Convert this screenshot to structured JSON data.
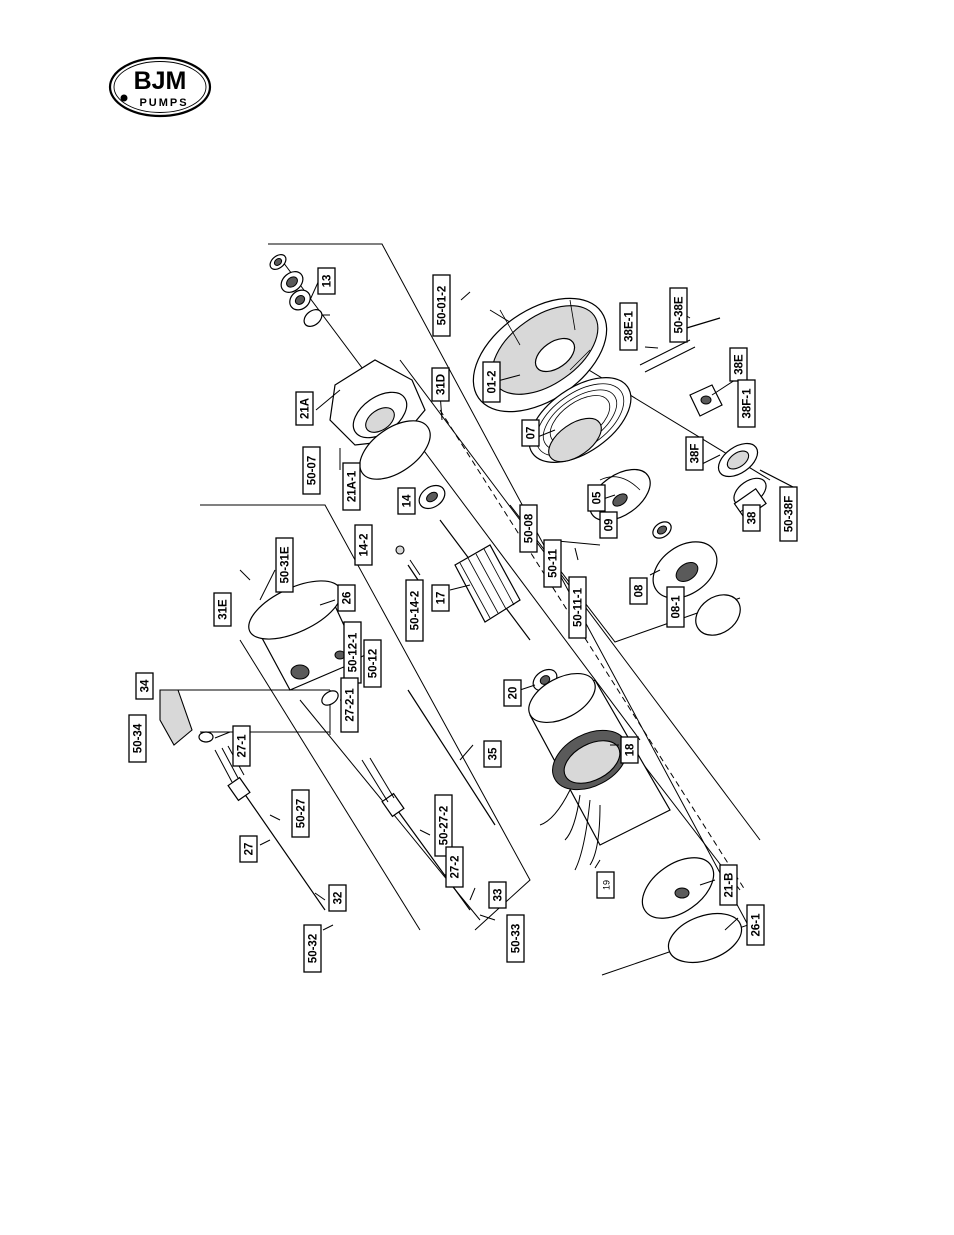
{
  "logo": {
    "line1": "BJM",
    "line2": "PUMPS"
  },
  "labels": [
    {
      "id": "13",
      "text": "13"
    },
    {
      "id": "50-01-2",
      "text": "50-01-2"
    },
    {
      "id": "21A",
      "text": "21A"
    },
    {
      "id": "31D",
      "text": "31D"
    },
    {
      "id": "50-07",
      "text": "50-07"
    },
    {
      "id": "21A-1",
      "text": "21A-1"
    },
    {
      "id": "01-2",
      "text": "01-2"
    },
    {
      "id": "38E-1",
      "text": "38E-1"
    },
    {
      "id": "50-38E",
      "text": "50-38E"
    },
    {
      "id": "38E",
      "text": "38E"
    },
    {
      "id": "38F-1",
      "text": "38F-1"
    },
    {
      "id": "07",
      "text": "07"
    },
    {
      "id": "38F",
      "text": "38F"
    },
    {
      "id": "14",
      "text": "14"
    },
    {
      "id": "14-2",
      "text": "14-2"
    },
    {
      "id": "05",
      "text": "05"
    },
    {
      "id": "50-08",
      "text": "50-08"
    },
    {
      "id": "09",
      "text": "09"
    },
    {
      "id": "38",
      "text": "38"
    },
    {
      "id": "50-38F",
      "text": "50-38F"
    },
    {
      "id": "50-31E",
      "text": "50-31E"
    },
    {
      "id": "31E",
      "text": "31E"
    },
    {
      "id": "26",
      "text": "26"
    },
    {
      "id": "50-14-2",
      "text": "50-14-2"
    },
    {
      "id": "17",
      "text": "17"
    },
    {
      "id": "50-11",
      "text": "50-11"
    },
    {
      "id": "50-11-1",
      "text": "50-11-1"
    },
    {
      "id": "08",
      "text": "08"
    },
    {
      "id": "08-1",
      "text": "08-1"
    },
    {
      "id": "50-12-1",
      "text": "50-12-1"
    },
    {
      "id": "50-12",
      "text": "50-12"
    },
    {
      "id": "34",
      "text": "34"
    },
    {
      "id": "20",
      "text": "20"
    },
    {
      "id": "27-2-1",
      "text": "27-2-1"
    },
    {
      "id": "50-34",
      "text": "50-34"
    },
    {
      "id": "27-1",
      "text": "27-1"
    },
    {
      "id": "35",
      "text": "35"
    },
    {
      "id": "18",
      "text": "18"
    },
    {
      "id": "50-27",
      "text": "50-27"
    },
    {
      "id": "50-27-2",
      "text": "50-27-2"
    },
    {
      "id": "27",
      "text": "27"
    },
    {
      "id": "27-2",
      "text": "27-2"
    },
    {
      "id": "19",
      "text": "19"
    },
    {
      "id": "21-B",
      "text": "21-B"
    },
    {
      "id": "32",
      "text": "32"
    },
    {
      "id": "33",
      "text": "33"
    },
    {
      "id": "50-32",
      "text": "50-32"
    },
    {
      "id": "50-33",
      "text": "50-33"
    },
    {
      "id": "26-1",
      "text": "26-1"
    }
  ]
}
